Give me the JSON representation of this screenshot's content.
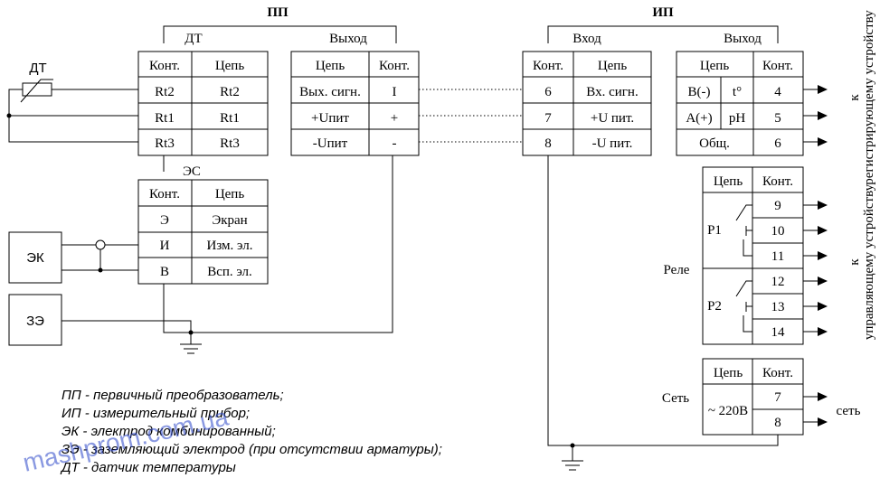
{
  "pp": {
    "title": "ПП",
    "dt_block": {
      "label": "ДТ",
      "headers": [
        "Конт.",
        "Цепь"
      ],
      "rows": [
        [
          "Rt2",
          "Rt2"
        ],
        [
          "Rt1",
          "Rt1"
        ],
        [
          "Rt3",
          "Rt3"
        ]
      ]
    },
    "out_block": {
      "label": "Выход",
      "headers": [
        "Цепь",
        "Конт."
      ],
      "rows": [
        [
          "Вых. сигн.",
          "I"
        ],
        [
          "+Uпит",
          "+"
        ],
        [
          "-Uпит",
          "-"
        ]
      ]
    },
    "es_block": {
      "label": "ЭС",
      "headers": [
        "Конт.",
        "Цепь"
      ],
      "rows": [
        [
          "Э",
          "Экран"
        ],
        [
          "И",
          "Изм. эл."
        ],
        [
          "В",
          "Всп. эл."
        ]
      ]
    }
  },
  "ip": {
    "title": "ИП",
    "in_block": {
      "label": "Вход",
      "headers": [
        "Конт.",
        "Цепь"
      ],
      "rows": [
        [
          "6",
          "Вх. сигн."
        ],
        [
          "7",
          "+U пит."
        ],
        [
          "8",
          "-U пит."
        ]
      ]
    },
    "out_block": {
      "label": "Выход",
      "headers": [
        "Цепь",
        "Конт."
      ],
      "rows": [
        [
          "B(-)",
          "t°",
          "4"
        ],
        [
          "A(+)",
          "pH",
          "5"
        ],
        [
          "Общ.",
          "",
          "6"
        ]
      ]
    },
    "relay_block": {
      "label": "Реле",
      "headers": [
        "Цепь",
        "Конт."
      ],
      "groups": [
        {
          "name": "Р1",
          "contacts": [
            "9",
            "10",
            "11"
          ]
        },
        {
          "name": "Р2",
          "contacts": [
            "12",
            "13",
            "14"
          ]
        }
      ]
    },
    "net_block": {
      "label": "Сеть",
      "headers": [
        "Цепь",
        "Конт."
      ],
      "circuit": "~ 220В",
      "contacts": [
        "7",
        "8"
      ]
    }
  },
  "devices": {
    "dt": "ДТ",
    "ek": "ЭК",
    "ze": "ЗЭ"
  },
  "side_labels": {
    "recorder": "к регистрирующему устройству",
    "control": "к управляющему устройству",
    "net": "сеть"
  },
  "legend": [
    "ПП - первичный преобразователь;",
    "ИП - измерительный прибор;",
    "ЭК - электрод комбинированный;",
    "ЗЭ - заземляющий электрод (при отсутствии арматуры);",
    "ДТ - датчик температуры"
  ],
  "watermark": "mashprom.com.ua"
}
